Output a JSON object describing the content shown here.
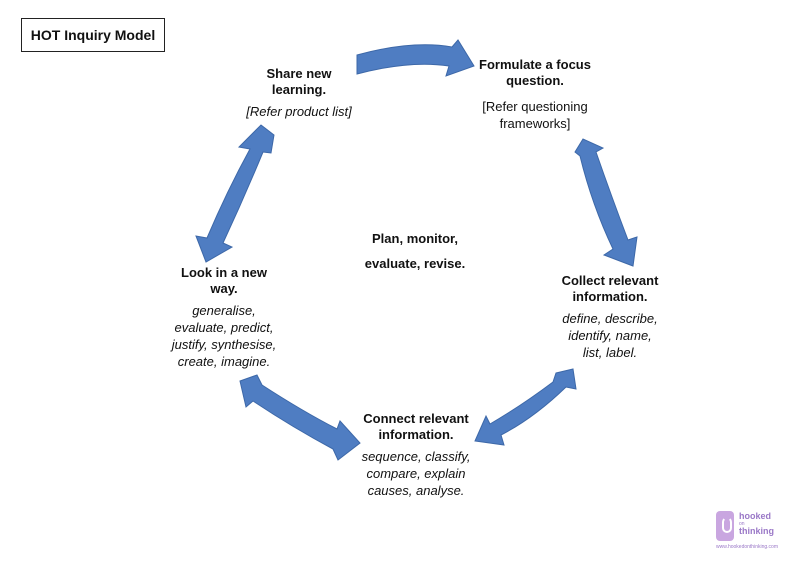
{
  "title": "HOT Inquiry Model",
  "center": {
    "line1": "Plan, monitor,",
    "line2": "evaluate, revise."
  },
  "nodes": {
    "share": {
      "head": [
        "Share new",
        "learning."
      ],
      "body": [
        "[Refer product list]"
      ]
    },
    "formulate": {
      "head": [
        "Formulate a focus",
        "question."
      ],
      "body": [
        "[Refer questioning",
        "frameworks]"
      ]
    },
    "collect": {
      "head": [
        "Collect relevant",
        "information."
      ],
      "body": [
        "define, describe,",
        "identify, name,",
        "list, label."
      ]
    },
    "connect": {
      "head": [
        "Connect relevant",
        "information."
      ],
      "body": [
        "sequence, classify,",
        "compare, explain",
        "causes, analyse."
      ]
    },
    "look": {
      "head": [
        "Look in a new",
        "way."
      ],
      "body": [
        "generalise,",
        "evaluate, predict,",
        "justify, synthesise,",
        "create, imagine."
      ]
    }
  },
  "logo": {
    "word1": "hooked",
    "small": "on",
    "word2": "thinking",
    "url": "www.hookedonthinking.com"
  },
  "colors": {
    "arrow": "#4f7dc2",
    "arrow_stroke": "#3d68a8"
  }
}
